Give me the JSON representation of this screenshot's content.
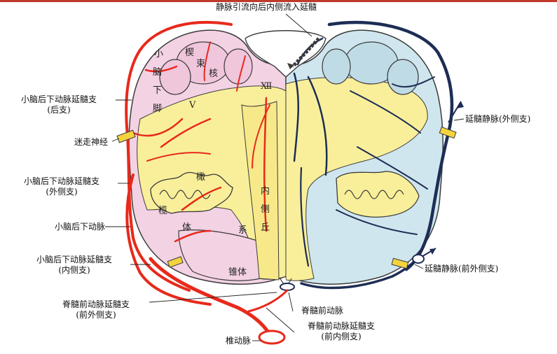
{
  "colors": {
    "pink": "#f3d2e4",
    "yellow": "#f9ef9a",
    "blue": "#cfe6ee",
    "artery": "#e8291b",
    "vein": "#1d2d55",
    "outline": "#3b3b3b"
  },
  "labels": {
    "top": "静脉引流向后内侧流入延髓",
    "left_post_1": "小脑后下动脉延髓支",
    "left_post_2": "(后支)",
    "vagus": "迷走神经",
    "left_lat_1": "小脑后下动脉延髓支",
    "left_lat_2": "(外侧支)",
    "pica": "小脑后下动脉",
    "left_med_1": "小脑后下动脉延髓支",
    "left_med_2": "(内侧支)",
    "ant_spinal_br_1": "脊髓前动脉延髓支",
    "ant_spinal_br_2": "(前外侧支)",
    "vertebral": "椎动脉",
    "ant_spinal": "脊髓前动脉",
    "ant_spinal_med_1": "脊髓前动脉延髓支",
    "ant_spinal_med_2": "(前内侧支)",
    "right_vein_lat": "延髓静脉(外侧支)",
    "right_vein_antlat": "延髓静脉(前外侧支)"
  },
  "inner": {
    "icp_1": "小",
    "icp_2": "脑",
    "icp_3": "下",
    "icp_4": "脚",
    "wedge_1": "楔",
    "wedge_2": "束",
    "wedge_3": "核",
    "xii": "Ⅻ",
    "v": "Ⅴ",
    "olive_1": "橄",
    "olive_2": "榄",
    "olive_3": "体",
    "medial_1": "内",
    "medial_2": "侧",
    "medial_3": "丘",
    "medial_4": "系",
    "pyramid": "锥体"
  }
}
